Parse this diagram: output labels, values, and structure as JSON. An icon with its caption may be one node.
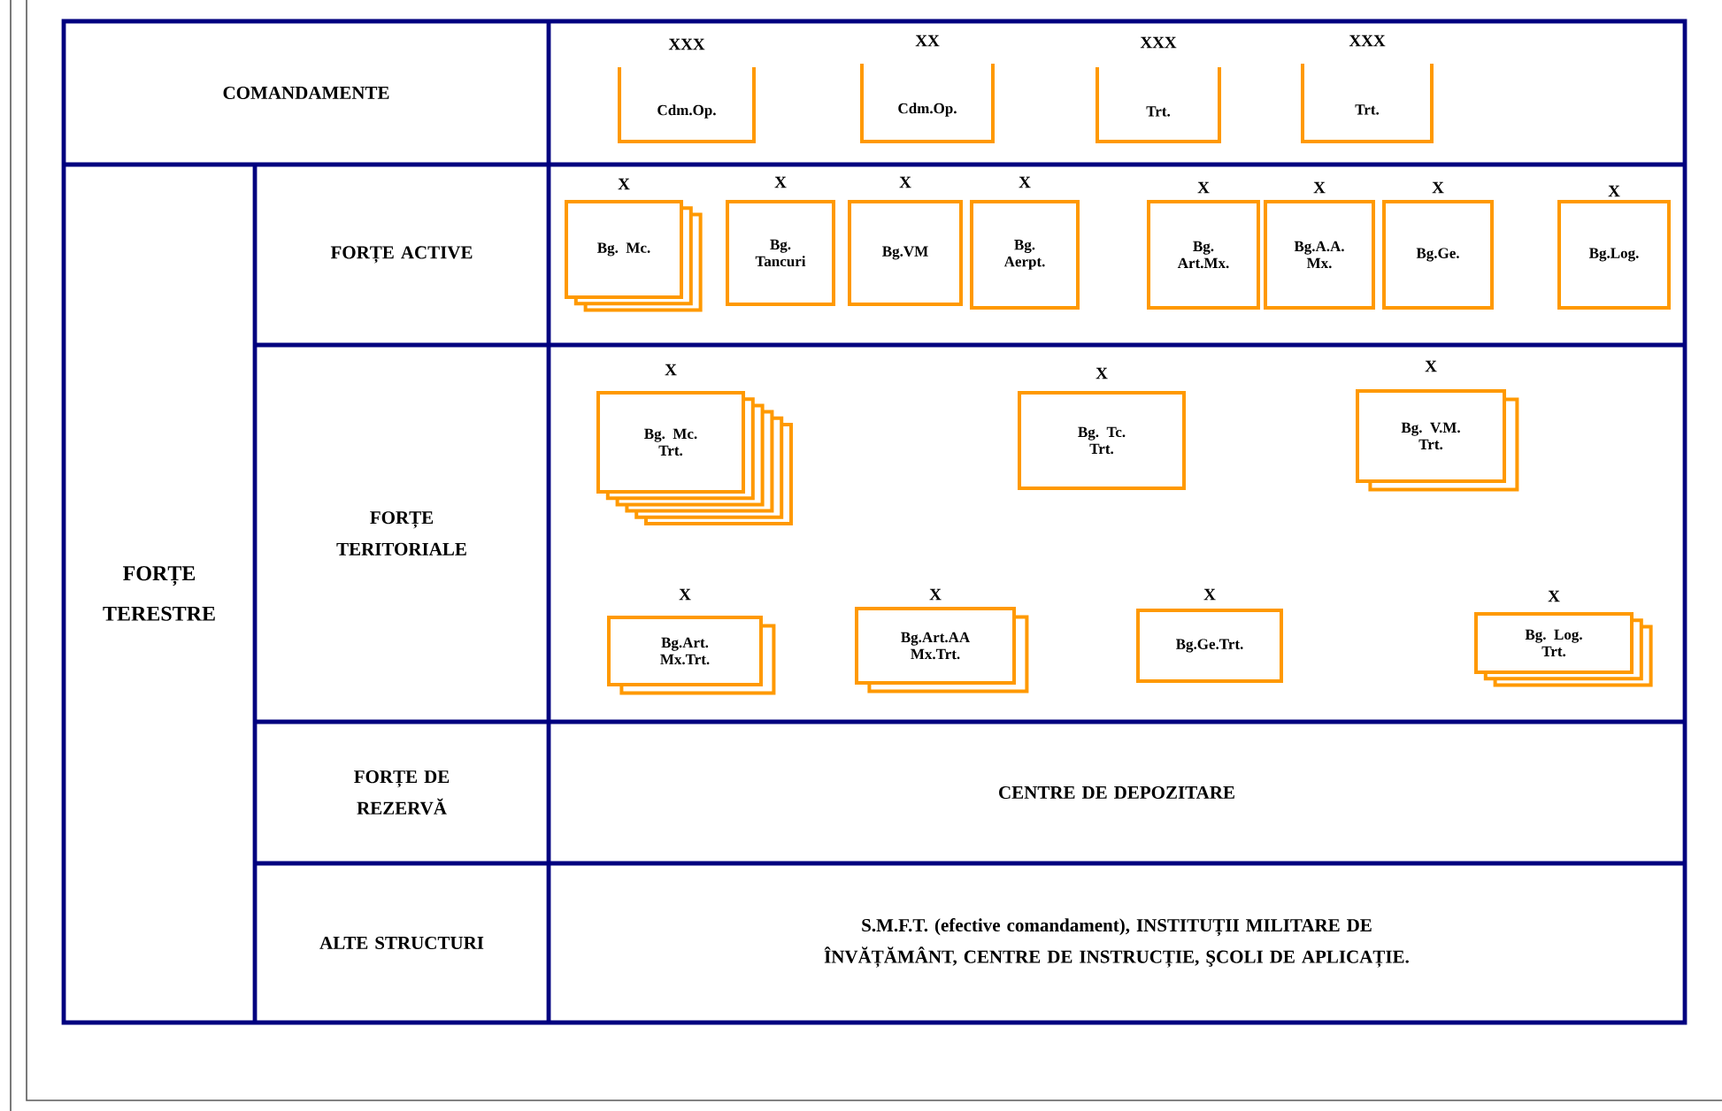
{
  "diagram": {
    "nodes": [
      {
        "text": [
          "COMANDAMENTE"
        ]
      },
      {
        "text": [
          "XXX",
          "Cdm.Op."
        ]
      },
      {
        "text": [
          "XX",
          "Cdm.Op."
        ]
      },
      {
        "text": [
          "XXX",
          "Trt."
        ]
      },
      {
        "text": [
          "XXX",
          "Trt."
        ]
      },
      {
        "text": [
          "FORȚE TERESTRE"
        ]
      },
      {
        "text": [
          "FORȚE ACTIVE"
        ]
      },
      {
        "text": [
          "X",
          "Bg. Mc."
        ]
      },
      {
        "text": [
          "X",
          "Bg. Tancuri"
        ]
      },
      {
        "text": [
          "X",
          "Bg.VM"
        ]
      },
      {
        "text": [
          "X",
          "Bg. Aerpt."
        ]
      },
      {
        "text": [
          "X",
          "Bg. Art.Mx."
        ]
      },
      {
        "text": [
          "X",
          "Bg.A.A. Mx."
        ]
      },
      {
        "text": [
          "X",
          "Bg.Ge."
        ]
      },
      {
        "text": [
          "X",
          "Bg.Log."
        ]
      },
      {
        "text": [
          "FORȚE TERITORIALE"
        ]
      },
      {
        "text": [
          "X",
          "Bg. Mc. Trt."
        ]
      },
      {
        "text": [
          "X",
          "Bg. Tc. Trt."
        ]
      },
      {
        "text": [
          "X",
          "Bg. V.M. Trt."
        ]
      },
      {
        "text": [
          "X",
          "Bg.Art. Mx.Trt."
        ]
      },
      {
        "text": [
          "X",
          "Bg.Art.AA Mx.Trt."
        ]
      },
      {
        "text": [
          "X",
          "Bg.Ge.Trt."
        ]
      },
      {
        "text": [
          "X",
          "Bg. Log. Trt."
        ]
      },
      {
        "text": [
          "FORȚE DE REZERVĂ"
        ]
      },
      {
        "text": [
          "CENTRE DE DEPOZITARE"
        ]
      },
      {
        "text": [
          "ALTE STRUCTURI"
        ]
      },
      {
        "text": [
          "S.M.F.T. (efective comandament), INSTITUȚII MILITARE DE ÎNVĂȚĂMÂNT, CENTRE DE INSTRUCȚIE, ŞCOLI DE APLICAȚIE."
        ]
      }
    ]
  }
}
